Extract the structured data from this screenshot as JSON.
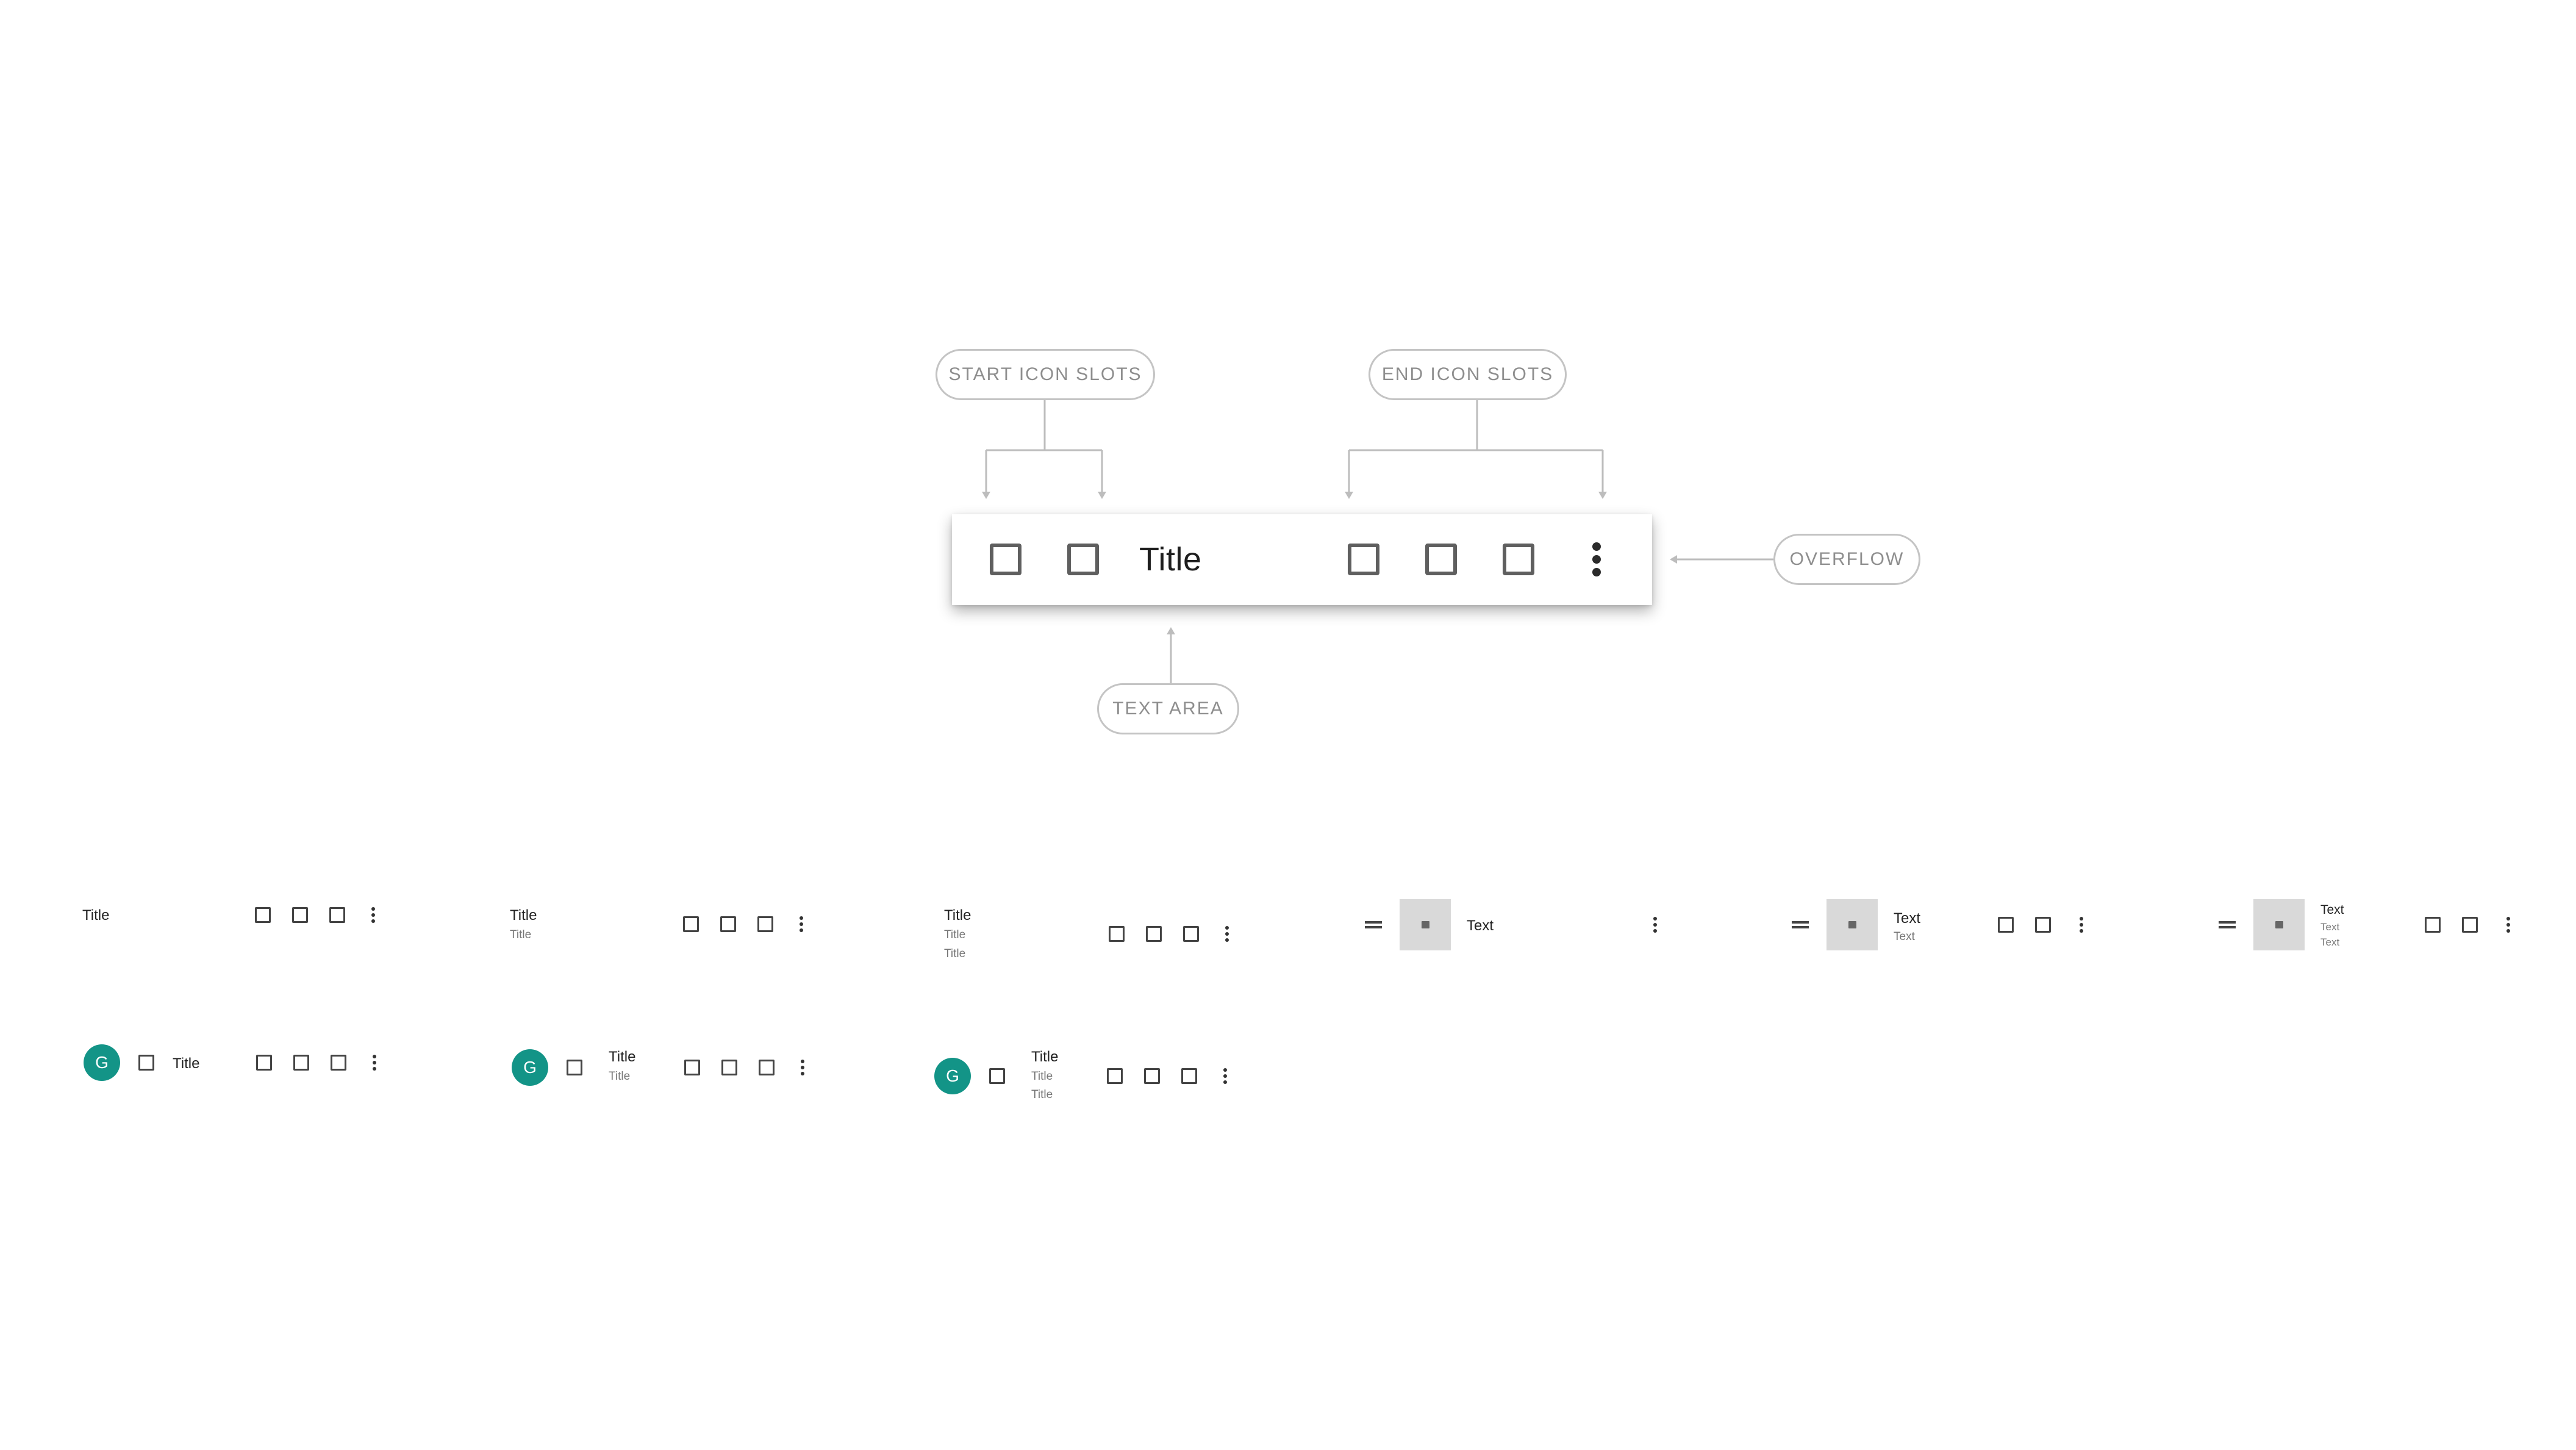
{
  "callouts": {
    "start_icon_slots": "START ICON SLOTS",
    "end_icon_slots": "END ICON SLOTS",
    "overflow": "OVERFLOW",
    "text_area": "TEXT AREA"
  },
  "main_toolbar": {
    "title": "Title",
    "start_icons": [
      "checkbox-outline-icon",
      "checkbox-outline-icon"
    ],
    "end_icons": [
      "checkbox-outline-icon",
      "checkbox-outline-icon",
      "checkbox-outline-icon"
    ],
    "overflow_icon": "more-vertical-icon"
  },
  "variants": {
    "row1": [
      {
        "title": "Title"
      },
      {
        "title": "Title",
        "subtitle": "Title"
      },
      {
        "title": "Title",
        "line2": "Title",
        "line3": "Title"
      },
      {
        "title": "Text"
      },
      {
        "title": "Text",
        "subtitle": "Text"
      },
      {
        "title": "Text",
        "line2": "Text",
        "line3": "Text"
      }
    ],
    "row2": [
      {
        "avatar": "G",
        "title": "Title"
      },
      {
        "avatar": "G",
        "title": "Title",
        "subtitle": "Title"
      },
      {
        "avatar": "G",
        "title": "Title",
        "line2": "Title",
        "line3": "Title"
      }
    ]
  },
  "colors": {
    "avatar": "#139487",
    "callout_border": "#c4c4c4",
    "callout_text": "#8e8e8e",
    "thumbnail": "#d9d9d9"
  }
}
